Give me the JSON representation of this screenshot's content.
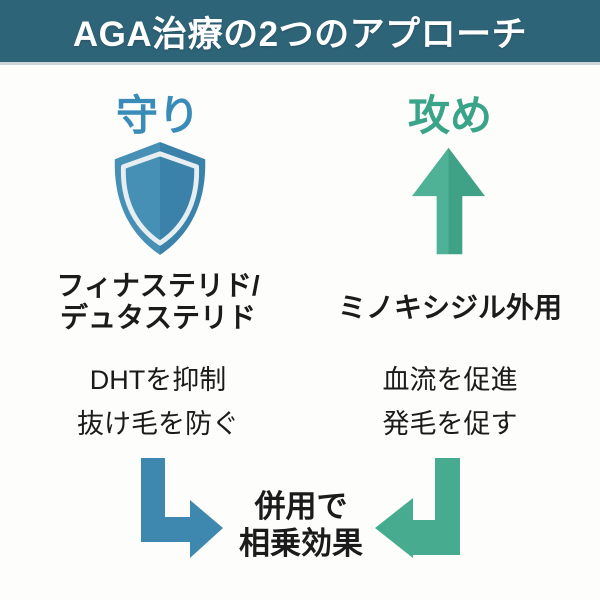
{
  "header": {
    "title": "AGA治療の2つのアプローチ"
  },
  "columns": {
    "left": {
      "label": "守り",
      "icon": "shield-icon",
      "drug_line1": "フィナステリド/",
      "drug_line2": "デュタステリド",
      "points": [
        "DHTを抑制",
        "抜け毛を防ぐ"
      ]
    },
    "right": {
      "label": "攻め",
      "icon": "arrow-up-icon",
      "drug": "ミノキシジル外用",
      "points": [
        "血流を促進",
        "発毛を促す"
      ]
    }
  },
  "footer": {
    "line1": "併用で",
    "line2": "相乗効果",
    "merge_left_icon": "arrow-elbow-right-icon",
    "merge_right_icon": "arrow-elbow-left-icon"
  },
  "colors": {
    "header_bg": "#2e6478",
    "header_text": "#ffffff",
    "accent_blue": "#3e8ab2",
    "accent_blue_light": "#4690b6",
    "accent_blue_dark": "#3a82a9",
    "accent_teal": "#45ab90",
    "accent_teal_light": "#4fb297",
    "accent_teal_dark": "#3fa185",
    "body_text": "#1b1b1b",
    "divider": "#ccd6d9",
    "background": "#fdfdfc"
  }
}
